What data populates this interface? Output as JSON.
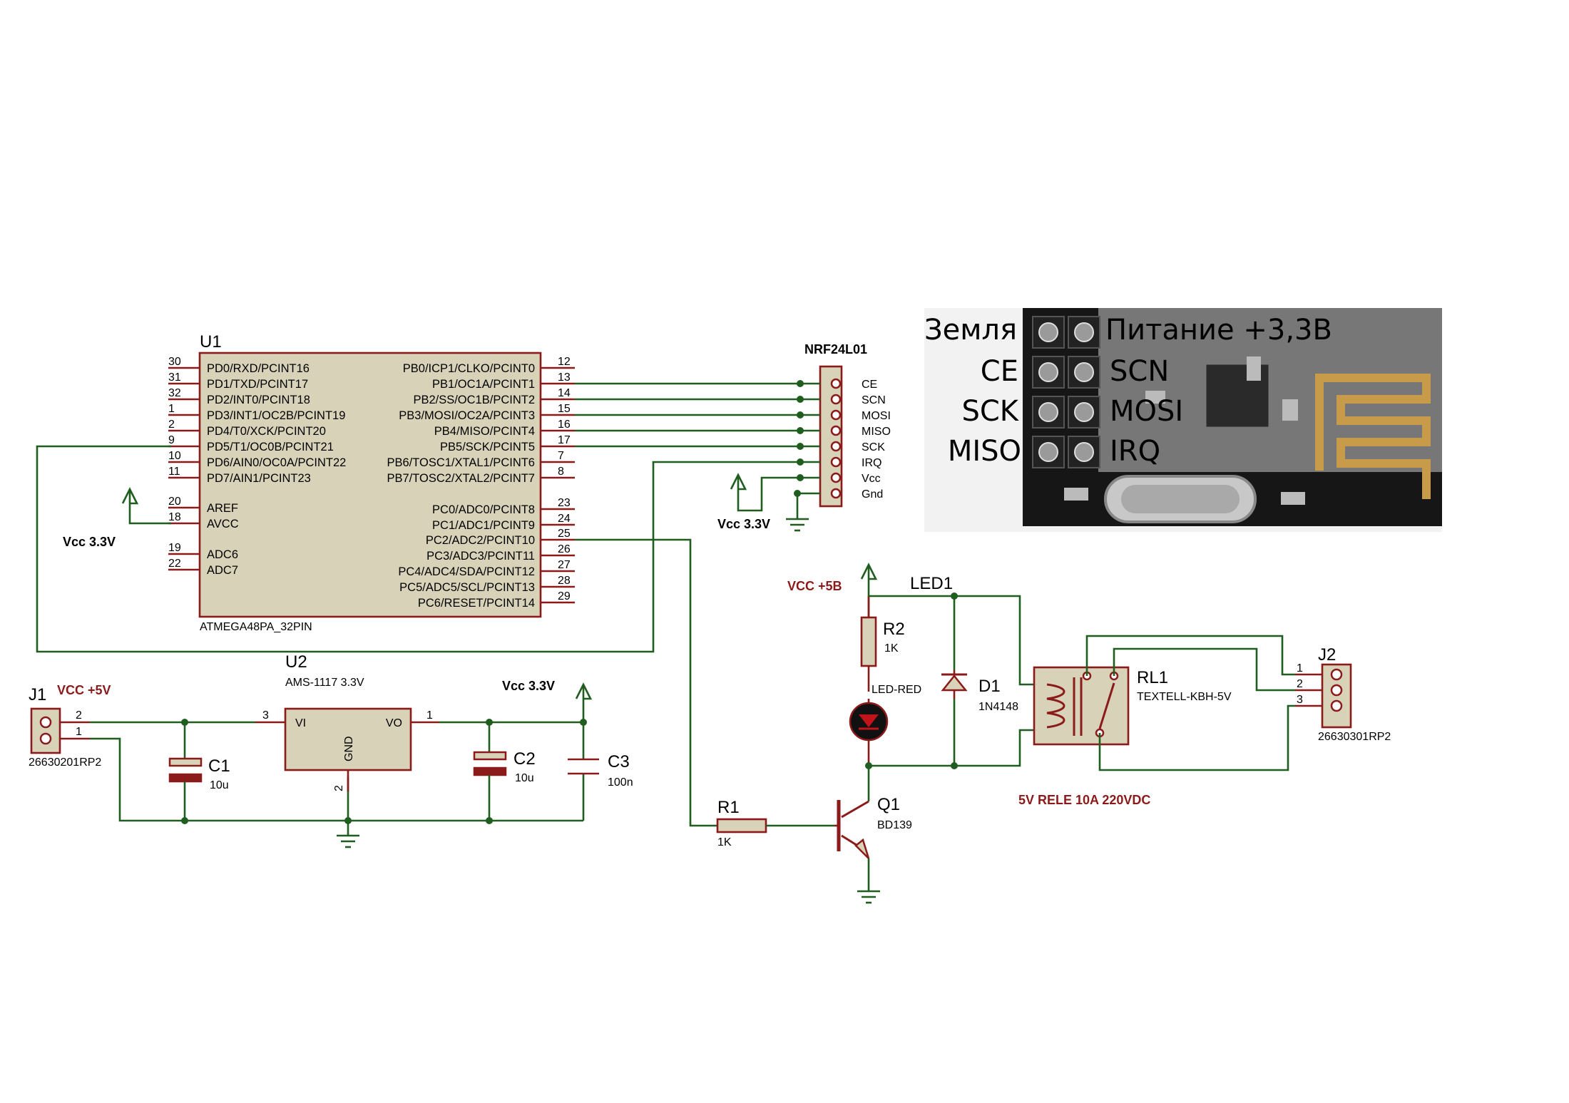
{
  "u1": {
    "ref": "U1",
    "value": "ATMEGA48PA_32PIN",
    "left_pins": [
      {
        "num": "30",
        "name": "PD0/RXD/PCINT16"
      },
      {
        "num": "31",
        "name": "PD1/TXD/PCINT17"
      },
      {
        "num": "32",
        "name": "PD2/INT0/PCINT18"
      },
      {
        "num": "1",
        "name": "PD3/INT1/OC2B/PCINT19"
      },
      {
        "num": "2",
        "name": "PD4/T0/XCK/PCINT20"
      },
      {
        "num": "9",
        "name": "PD5/T1/OC0B/PCINT21"
      },
      {
        "num": "10",
        "name": "PD6/AIN0/OC0A/PCINT22"
      },
      {
        "num": "11",
        "name": "PD7/AIN1/PCINT23"
      },
      {
        "num": "20",
        "name": "AREF"
      },
      {
        "num": "18",
        "name": "AVCC"
      },
      {
        "num": "19",
        "name": "ADC6"
      },
      {
        "num": "22",
        "name": "ADC7"
      }
    ],
    "right_pins": [
      {
        "num": "12",
        "name": "PB0/ICP1/CLKO/PCINT0"
      },
      {
        "num": "13",
        "name": "PB1/OC1A/PCINT1"
      },
      {
        "num": "14",
        "name": "PB2/SS/OC1B/PCINT2"
      },
      {
        "num": "15",
        "name": "PB3/MOSI/OC2A/PCINT3"
      },
      {
        "num": "16",
        "name": "PB4/MISO/PCINT4"
      },
      {
        "num": "17",
        "name": "PB5/SCK/PCINT5"
      },
      {
        "num": "7",
        "name": "PB6/TOSC1/XTAL1/PCINT6"
      },
      {
        "num": "8",
        "name": "PB7/TOSC2/XTAL2/PCINT7"
      },
      {
        "num": "23",
        "name": "PC0/ADC0/PCINT8"
      },
      {
        "num": "24",
        "name": "PC1/ADC1/PCINT9"
      },
      {
        "num": "25",
        "name": "PC2/ADC2/PCINT10"
      },
      {
        "num": "26",
        "name": "PC3/ADC3/PCINT11"
      },
      {
        "num": "27",
        "name": "PC4/ADC4/SDA/PCINT12"
      },
      {
        "num": "28",
        "name": "PC5/ADC5/SCL/PCINT13"
      },
      {
        "num": "29",
        "name": "PC6/RESET/PCINT14"
      }
    ]
  },
  "nrf": {
    "title": "NRF24L01",
    "pins": [
      "CE",
      "SCN",
      "MOSI",
      "MISO",
      "SCK",
      "IRQ",
      "Vcc",
      "Gnd"
    ]
  },
  "photo": {
    "left_labels": [
      "Земля",
      "CE",
      "SCK",
      "MISO"
    ],
    "right_labels": [
      "Питание +3,3В",
      "SCN",
      "MOSI",
      "IRQ"
    ]
  },
  "power": {
    "vcc33_a": "Vcc 3.3V",
    "vcc33_b": "Vcc 3.3V",
    "vcc33_c": "Vcc 3.3V",
    "vcc5_j1": "VCC +5V",
    "vcc5_relay": "VCC +5B"
  },
  "j1": {
    "ref": "J1",
    "value": "26630201RP2",
    "pin2": "2",
    "pin1": "1"
  },
  "u2": {
    "ref": "U2",
    "value": "AMS-1117 3.3V",
    "vi": "VI",
    "vo": "VO",
    "gnd": "GND",
    "pin_vi": "3",
    "pin_vo": "1",
    "pin_gnd": "2"
  },
  "c1": {
    "ref": "C1",
    "value": "10u"
  },
  "c2": {
    "ref": "C2",
    "value": "10u"
  },
  "c3": {
    "ref": "C3",
    "value": "100n"
  },
  "r1": {
    "ref": "R1",
    "value": "1K"
  },
  "r2": {
    "ref": "R2",
    "value": "1K"
  },
  "led": {
    "ref": "LED1",
    "value": "LED-RED"
  },
  "d1": {
    "ref": "D1",
    "value": "1N4148"
  },
  "q1": {
    "ref": "Q1",
    "value": "BD139"
  },
  "rl1": {
    "ref": "RL1",
    "value": "TEXTELL-KBH-5V",
    "note": "5V RELE 10A 220VDC"
  },
  "j2": {
    "ref": "J2",
    "value": "26630301RP2",
    "pin1": "1",
    "pin2": "2",
    "pin3": "3"
  }
}
